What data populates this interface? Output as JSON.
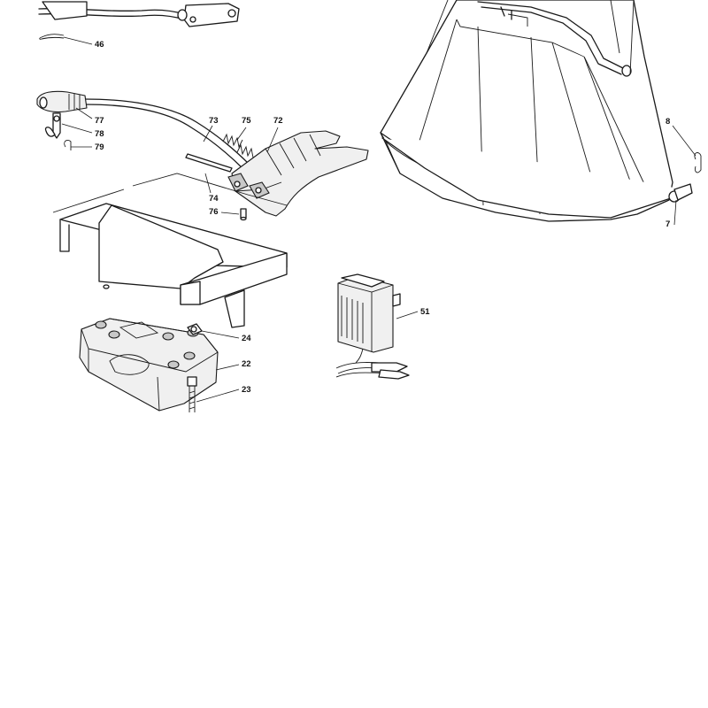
{
  "callouts": {
    "c46": "46",
    "c77": "77",
    "c78": "78",
    "c79": "79",
    "c73": "73",
    "c75": "75",
    "c72": "72",
    "c74": "74",
    "c76": "76",
    "c24": "24",
    "c22": "22",
    "c23": "23",
    "c51": "51",
    "c8": "8",
    "c7": "7"
  }
}
